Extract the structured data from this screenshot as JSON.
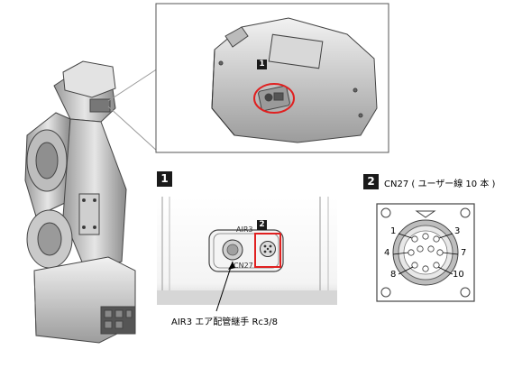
{
  "detail_callout": {
    "badge": "1"
  },
  "panel_1": {
    "badge": "1",
    "sub_badge": "2",
    "air_port_text": "AIR3",
    "connector_text": "CN27",
    "caption": "AIR3 エア配管継手 Rc3/8"
  },
  "panel_2": {
    "badge": "2",
    "title": "CN27 ( ユーザー線 10 本 )",
    "pins": [
      "1",
      "3",
      "4",
      "7",
      "8",
      "10"
    ]
  }
}
